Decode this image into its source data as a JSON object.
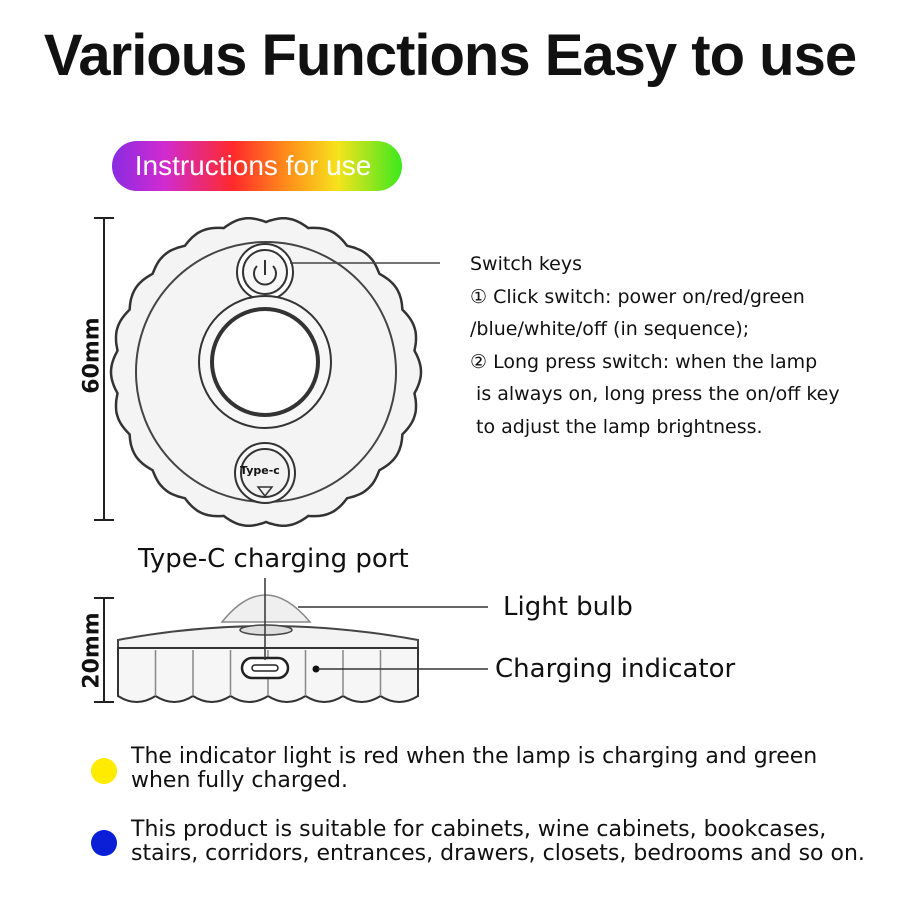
{
  "title": "Various Functions Easy to use",
  "badge": {
    "text": "Instructions for use"
  },
  "dimensions": {
    "top_view": "60mm",
    "side_view": "20mm"
  },
  "switch_keys": {
    "heading": "Switch keys",
    "line1": "① Click switch: power on/red/green",
    "line2": "/blue/white/off (in sequence);",
    "line3": "② Long press switch: when the lamp",
    "line4": " is always on, long press the on/off key",
    "line5": " to adjust the lamp brightness."
  },
  "device_top": {
    "port_label": "Type-c"
  },
  "labels": {
    "type_c_port": "Type-C charging port",
    "light_bulb": "Light bulb",
    "charging_indicator": "Charging indicator"
  },
  "notes": [
    {
      "color": "#ffeb00",
      "line1": "The indicator light is red when the lamp is charging and green",
      "line2": "when fully charged."
    },
    {
      "color": "#0a1fd6",
      "line1": "This product is suitable for cabinets, wine cabinets, bookcases,",
      "line2": "stairs, corridors, entrances, drawers, closets, bedrooms and so on."
    }
  ]
}
